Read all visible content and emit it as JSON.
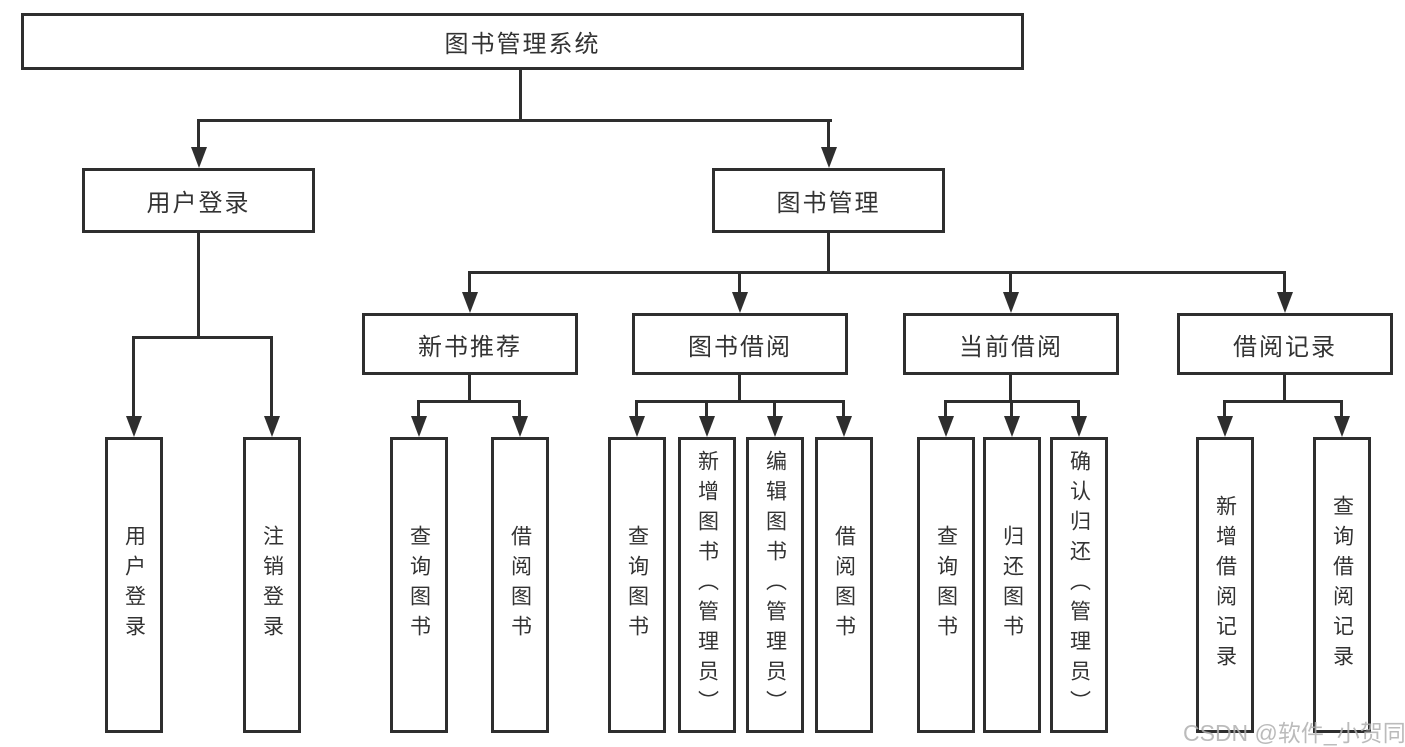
{
  "diagram": {
    "root": {
      "label": "图书管理系统"
    },
    "branches": [
      {
        "label": "用户登录",
        "children": [
          {
            "label": "用户登录"
          },
          {
            "label": "注销登录"
          }
        ]
      },
      {
        "label": "图书管理",
        "children": [
          {
            "label": "新书推荐",
            "children": [
              {
                "label": "查询图书"
              },
              {
                "label": "借阅图书"
              }
            ]
          },
          {
            "label": "图书借阅",
            "children": [
              {
                "label": "查询图书"
              },
              {
                "label": "新增图书（管理员）"
              },
              {
                "label": "编辑图书（管理员）"
              },
              {
                "label": "借阅图书"
              }
            ]
          },
          {
            "label": "当前借阅",
            "children": [
              {
                "label": "查询图书"
              },
              {
                "label": "归还图书"
              },
              {
                "label": "确认归还（管理员）"
              }
            ]
          },
          {
            "label": "借阅记录",
            "children": [
              {
                "label": "新增借阅记录"
              },
              {
                "label": "查询借阅记录"
              }
            ]
          }
        ]
      }
    ]
  },
  "watermark": {
    "text": "CSDN @软件_小贺同学",
    "color": "#b0b0b0"
  },
  "colors": {
    "line": "#2e2e2e",
    "box_border": "#2e2e2e",
    "text": "#333333",
    "background": "#ffffff"
  }
}
